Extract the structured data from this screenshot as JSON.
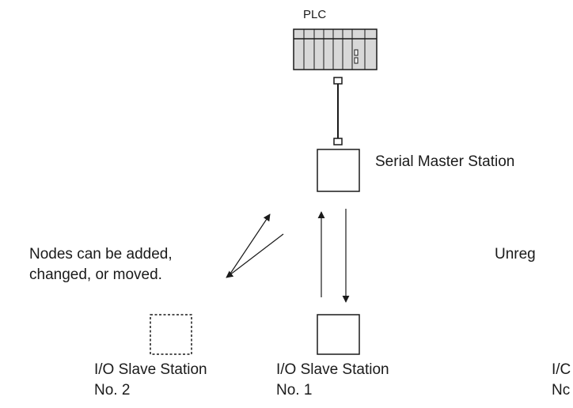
{
  "plc": {
    "label": "PLC"
  },
  "master": {
    "label": "Serial Master Station"
  },
  "note": {
    "line1": "Nodes can be added,",
    "line2": "changed, or moved."
  },
  "unregistered": {
    "label": "Unreg"
  },
  "slave1": {
    "line1": "I/O Slave Station",
    "line2": "No. 1"
  },
  "slave2": {
    "line1": "I/O Slave Station",
    "line2": "No. 2"
  },
  "slave3": {
    "line1": "I/C",
    "line2": "Nc"
  },
  "colors": {
    "stroke": "#1a1a1a",
    "plc_fill": "#d8d8d8",
    "background": "#ffffff"
  }
}
